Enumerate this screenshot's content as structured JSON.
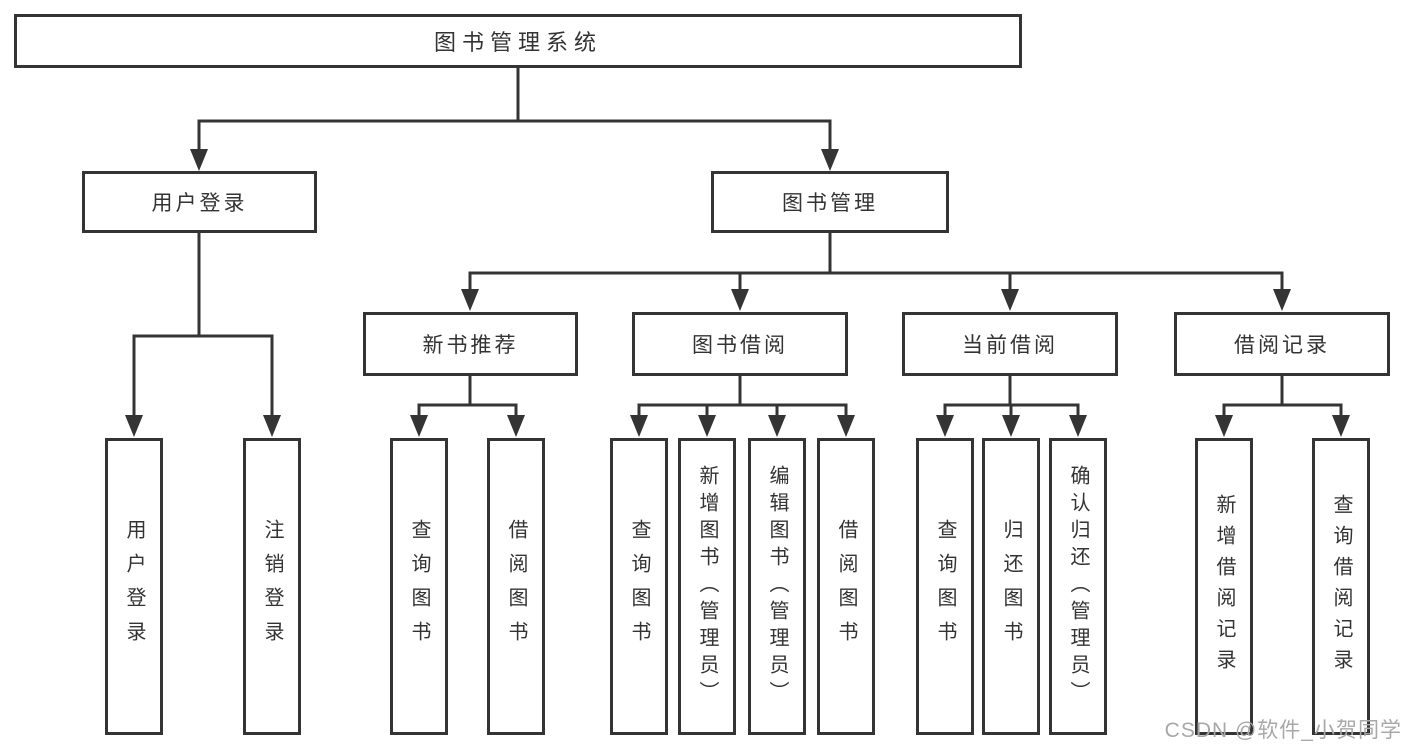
{
  "tree": {
    "label": "图书管理系统",
    "children": [
      {
        "label": "用户登录",
        "children": [
          {
            "label": "用户登录"
          },
          {
            "label": "注销登录"
          }
        ]
      },
      {
        "label": "图书管理",
        "children": [
          {
            "label": "新书推荐",
            "children": [
              {
                "label": "查询图书"
              },
              {
                "label": "借阅图书"
              }
            ]
          },
          {
            "label": "图书借阅",
            "children": [
              {
                "label": "查询图书"
              },
              {
                "label": "新增图书（管理员）"
              },
              {
                "label": "编辑图书（管理员）"
              },
              {
                "label": "借阅图书"
              }
            ]
          },
          {
            "label": "当前借阅",
            "children": [
              {
                "label": "查询图书"
              },
              {
                "label": "归还图书"
              },
              {
                "label": "确认归还（管理员）"
              }
            ]
          },
          {
            "label": "借阅记录",
            "children": [
              {
                "label": "新增借阅记录"
              },
              {
                "label": "查询借阅记录"
              }
            ]
          }
        ]
      }
    ]
  },
  "watermark": {
    "text": "CSDN @软件_小贺同学"
  },
  "colors": {
    "line": "#343434",
    "box_border": "#343434",
    "box_fill": "#ffffff",
    "text": "#333333",
    "watermark": "#a8a8a8",
    "background": "#ffffff"
  }
}
